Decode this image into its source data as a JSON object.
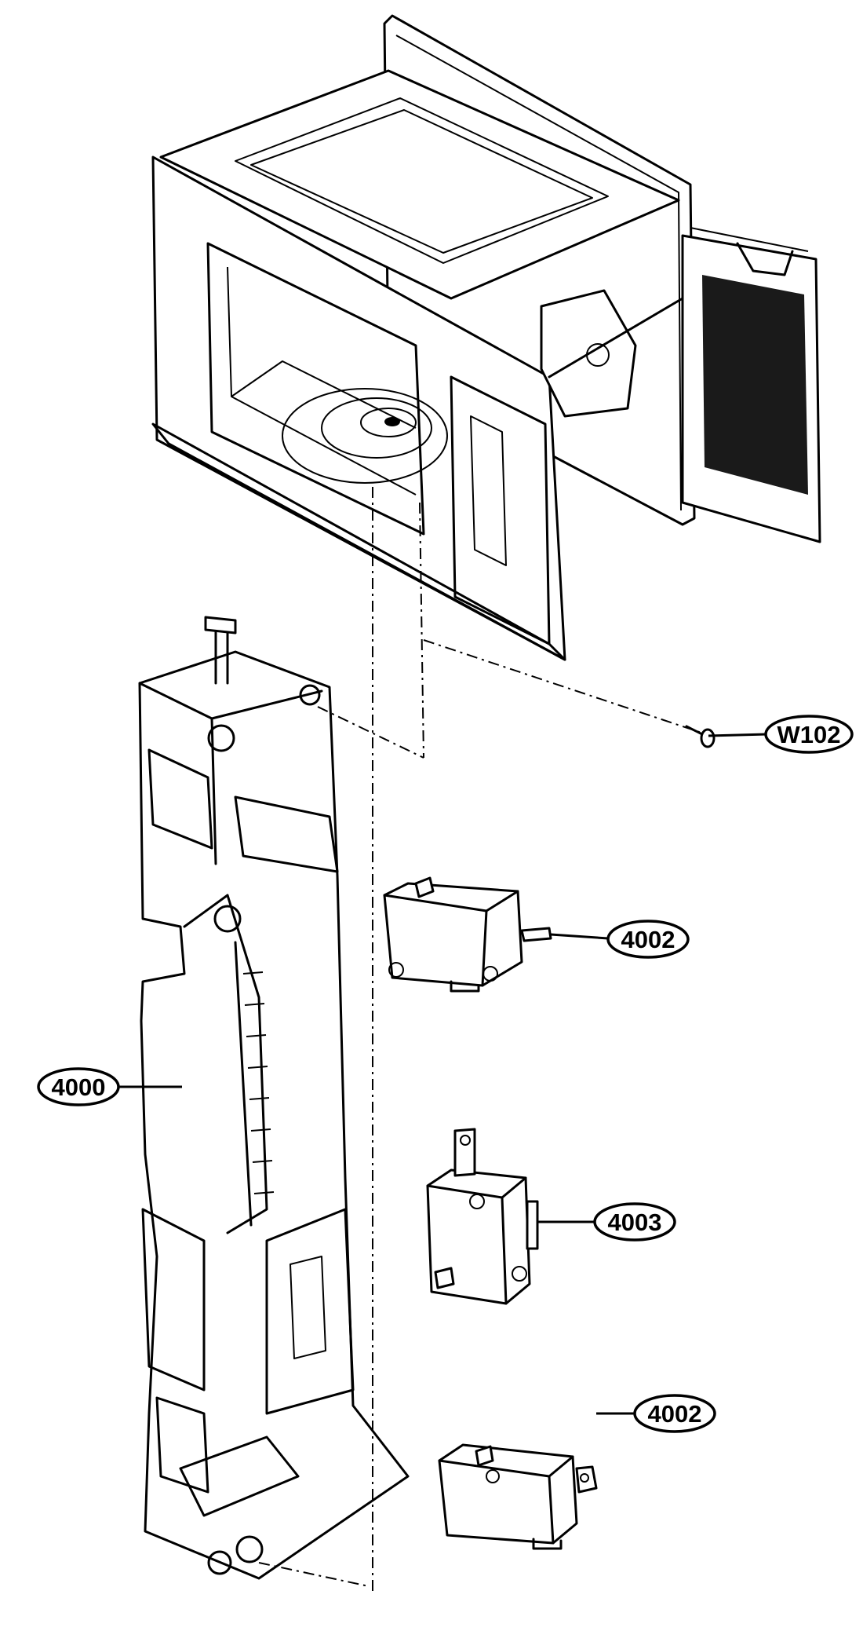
{
  "callouts": [
    {
      "id": "w102",
      "label": "W102"
    },
    {
      "id": "4002a",
      "label": "4002"
    },
    {
      "id": "4000",
      "label": "4000"
    },
    {
      "id": "4003",
      "label": "4003"
    },
    {
      "id": "4002b",
      "label": "4002"
    }
  ]
}
